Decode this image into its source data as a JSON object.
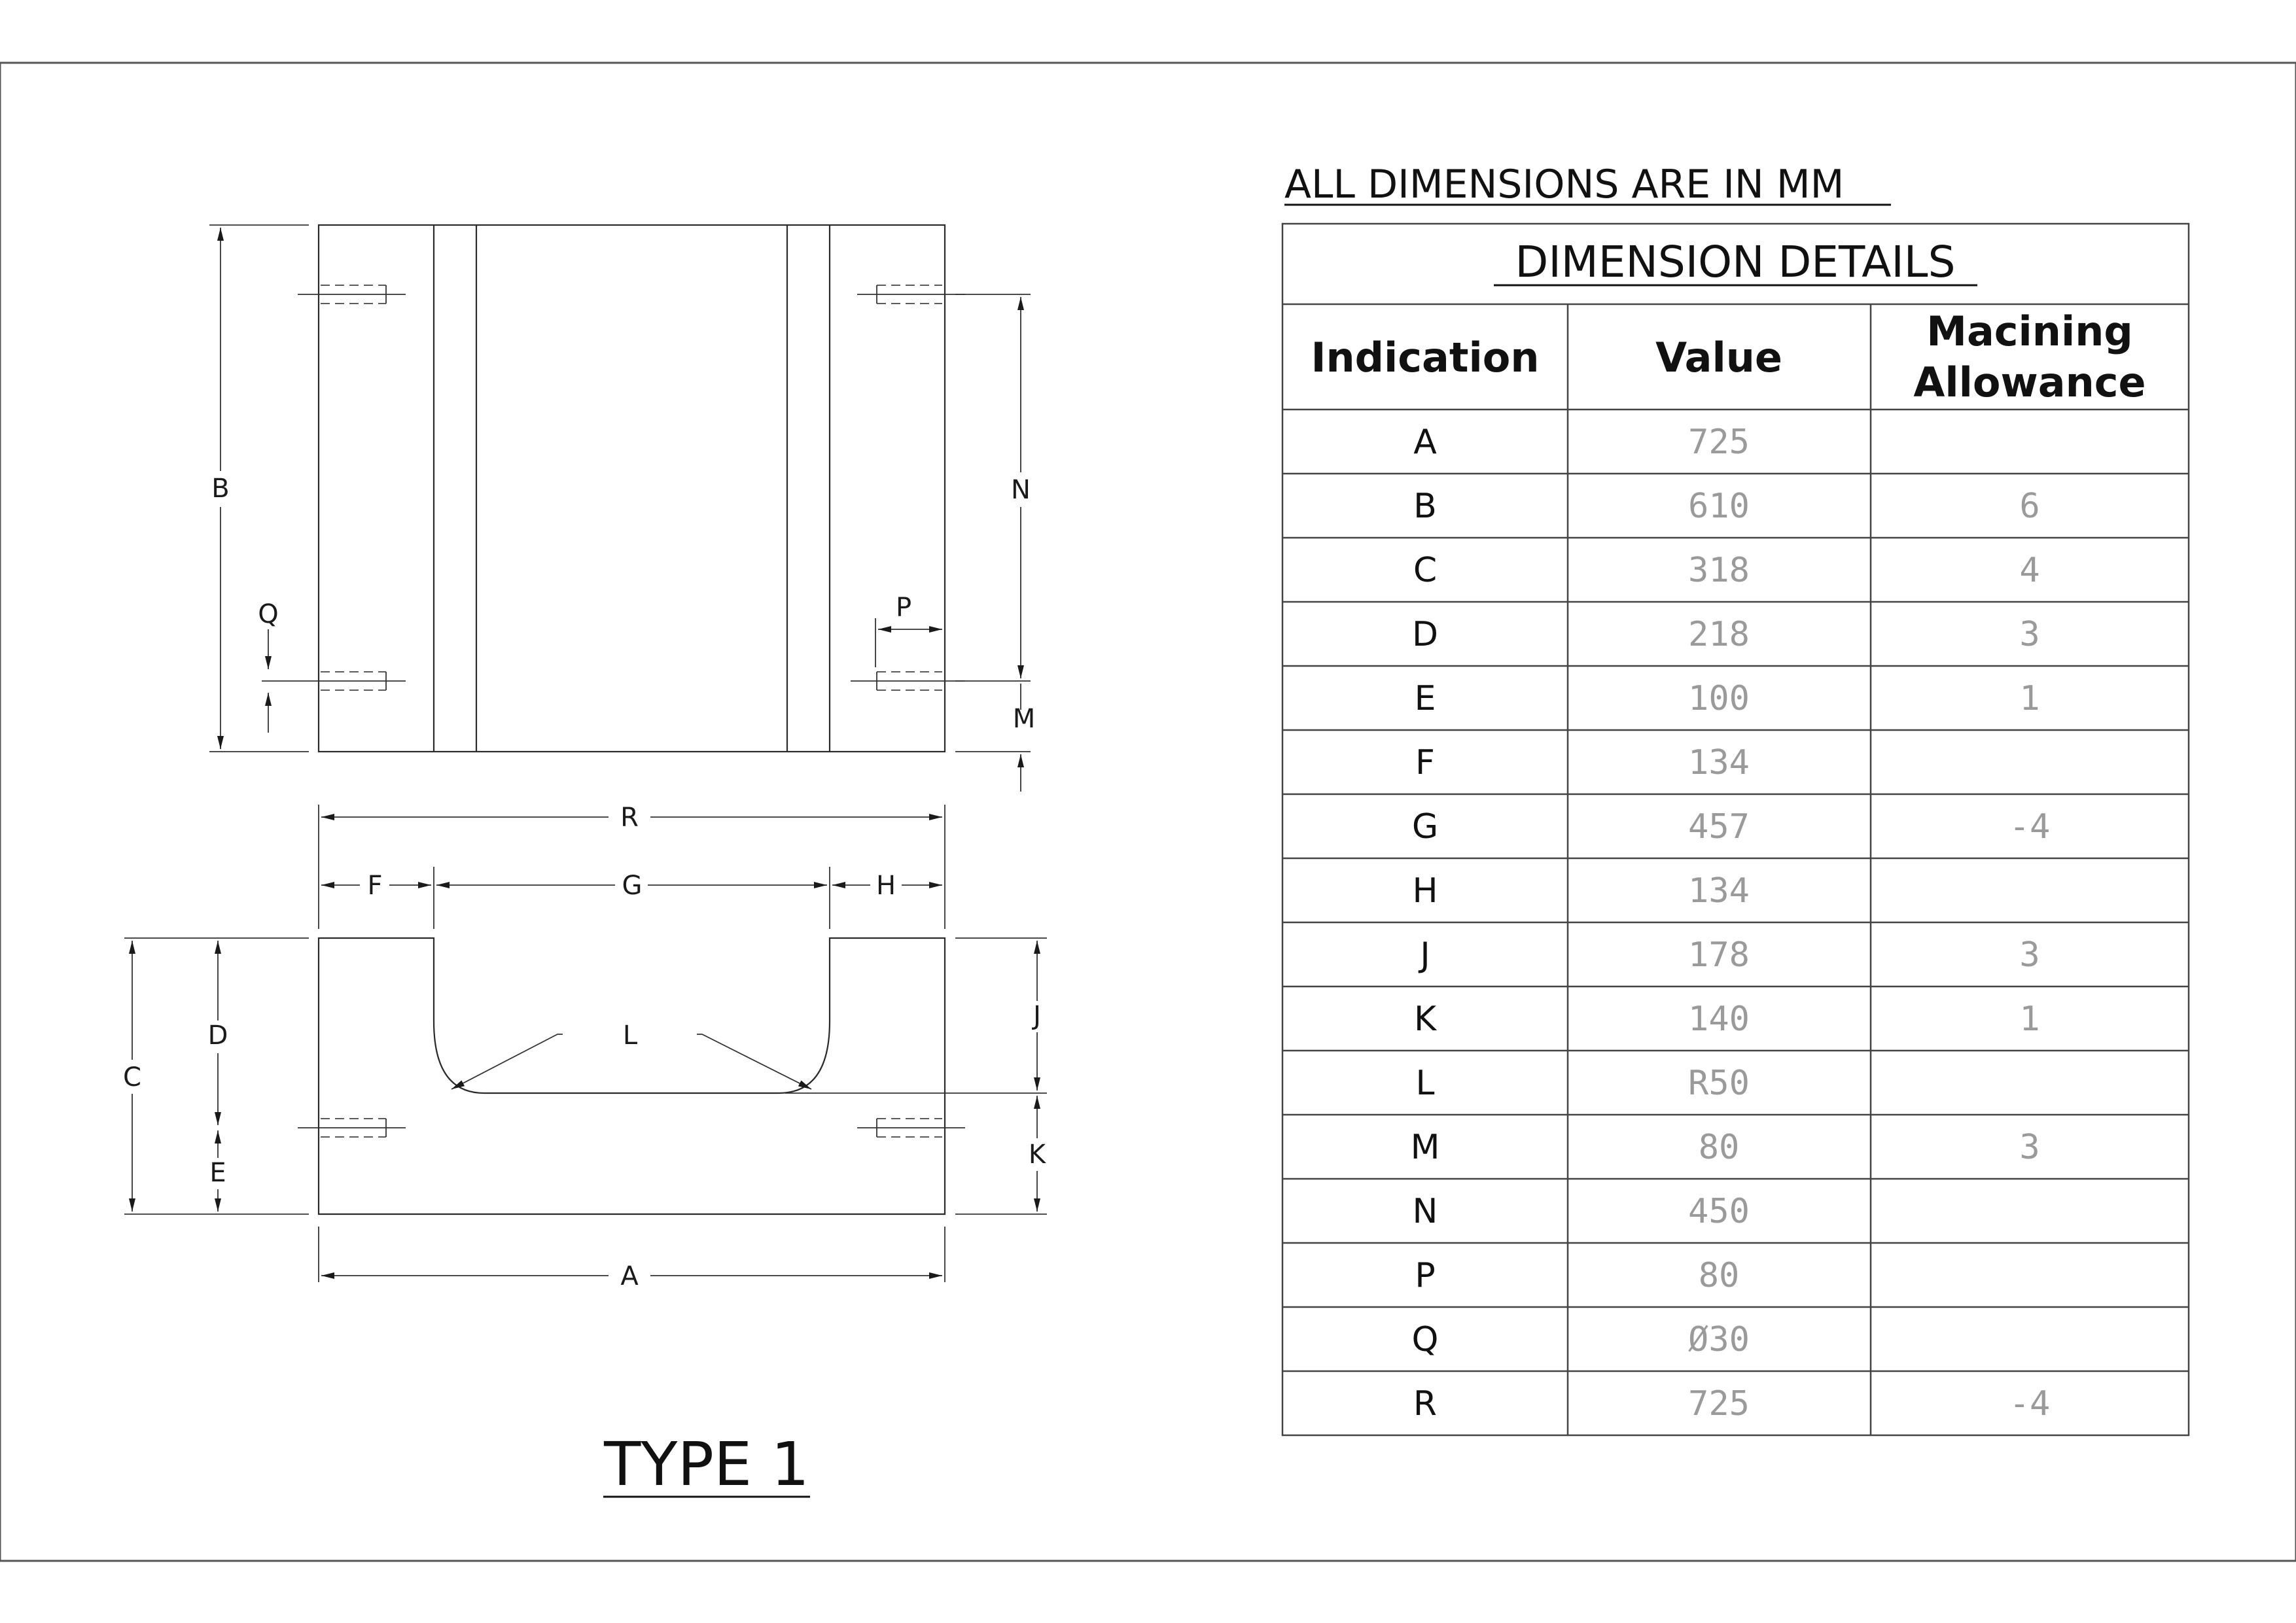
{
  "note": "ALL DIMENSIONS ARE IN MM",
  "table": {
    "title": "DIMENSION DETAILS",
    "headers": {
      "indication": "Indication",
      "value": "Value",
      "allowance_1": "Macining",
      "allowance_2": "Allowance"
    },
    "rows": [
      {
        "ind": "A",
        "val": "725",
        "allow": ""
      },
      {
        "ind": "B",
        "val": "610",
        "allow": "6"
      },
      {
        "ind": "C",
        "val": "318",
        "allow": "4"
      },
      {
        "ind": "D",
        "val": "218",
        "allow": "3"
      },
      {
        "ind": "E",
        "val": "100",
        "allow": "1"
      },
      {
        "ind": "F",
        "val": "134",
        "allow": ""
      },
      {
        "ind": "G",
        "val": "457",
        "allow": "-4"
      },
      {
        "ind": "H",
        "val": "134",
        "allow": ""
      },
      {
        "ind": "J",
        "val": "178",
        "allow": "3"
      },
      {
        "ind": "K",
        "val": "140",
        "allow": "1"
      },
      {
        "ind": "L",
        "val": "R50",
        "allow": ""
      },
      {
        "ind": "M",
        "val": "80",
        "allow": "3"
      },
      {
        "ind": "N",
        "val": "450",
        "allow": ""
      },
      {
        "ind": "P",
        "val": "80",
        "allow": ""
      },
      {
        "ind": "Q",
        "val": "Ø30",
        "allow": ""
      },
      {
        "ind": "R",
        "val": "725",
        "allow": "-4"
      }
    ]
  },
  "drawing": {
    "title": "TYPE 1",
    "labels": {
      "A": "A",
      "B": "B",
      "C": "C",
      "D": "D",
      "E": "E",
      "F": "F",
      "G": "G",
      "H": "H",
      "J": "J",
      "K": "K",
      "L": "L",
      "M": "M",
      "N": "N",
      "P": "P",
      "Q": "Q",
      "R": "R"
    }
  }
}
